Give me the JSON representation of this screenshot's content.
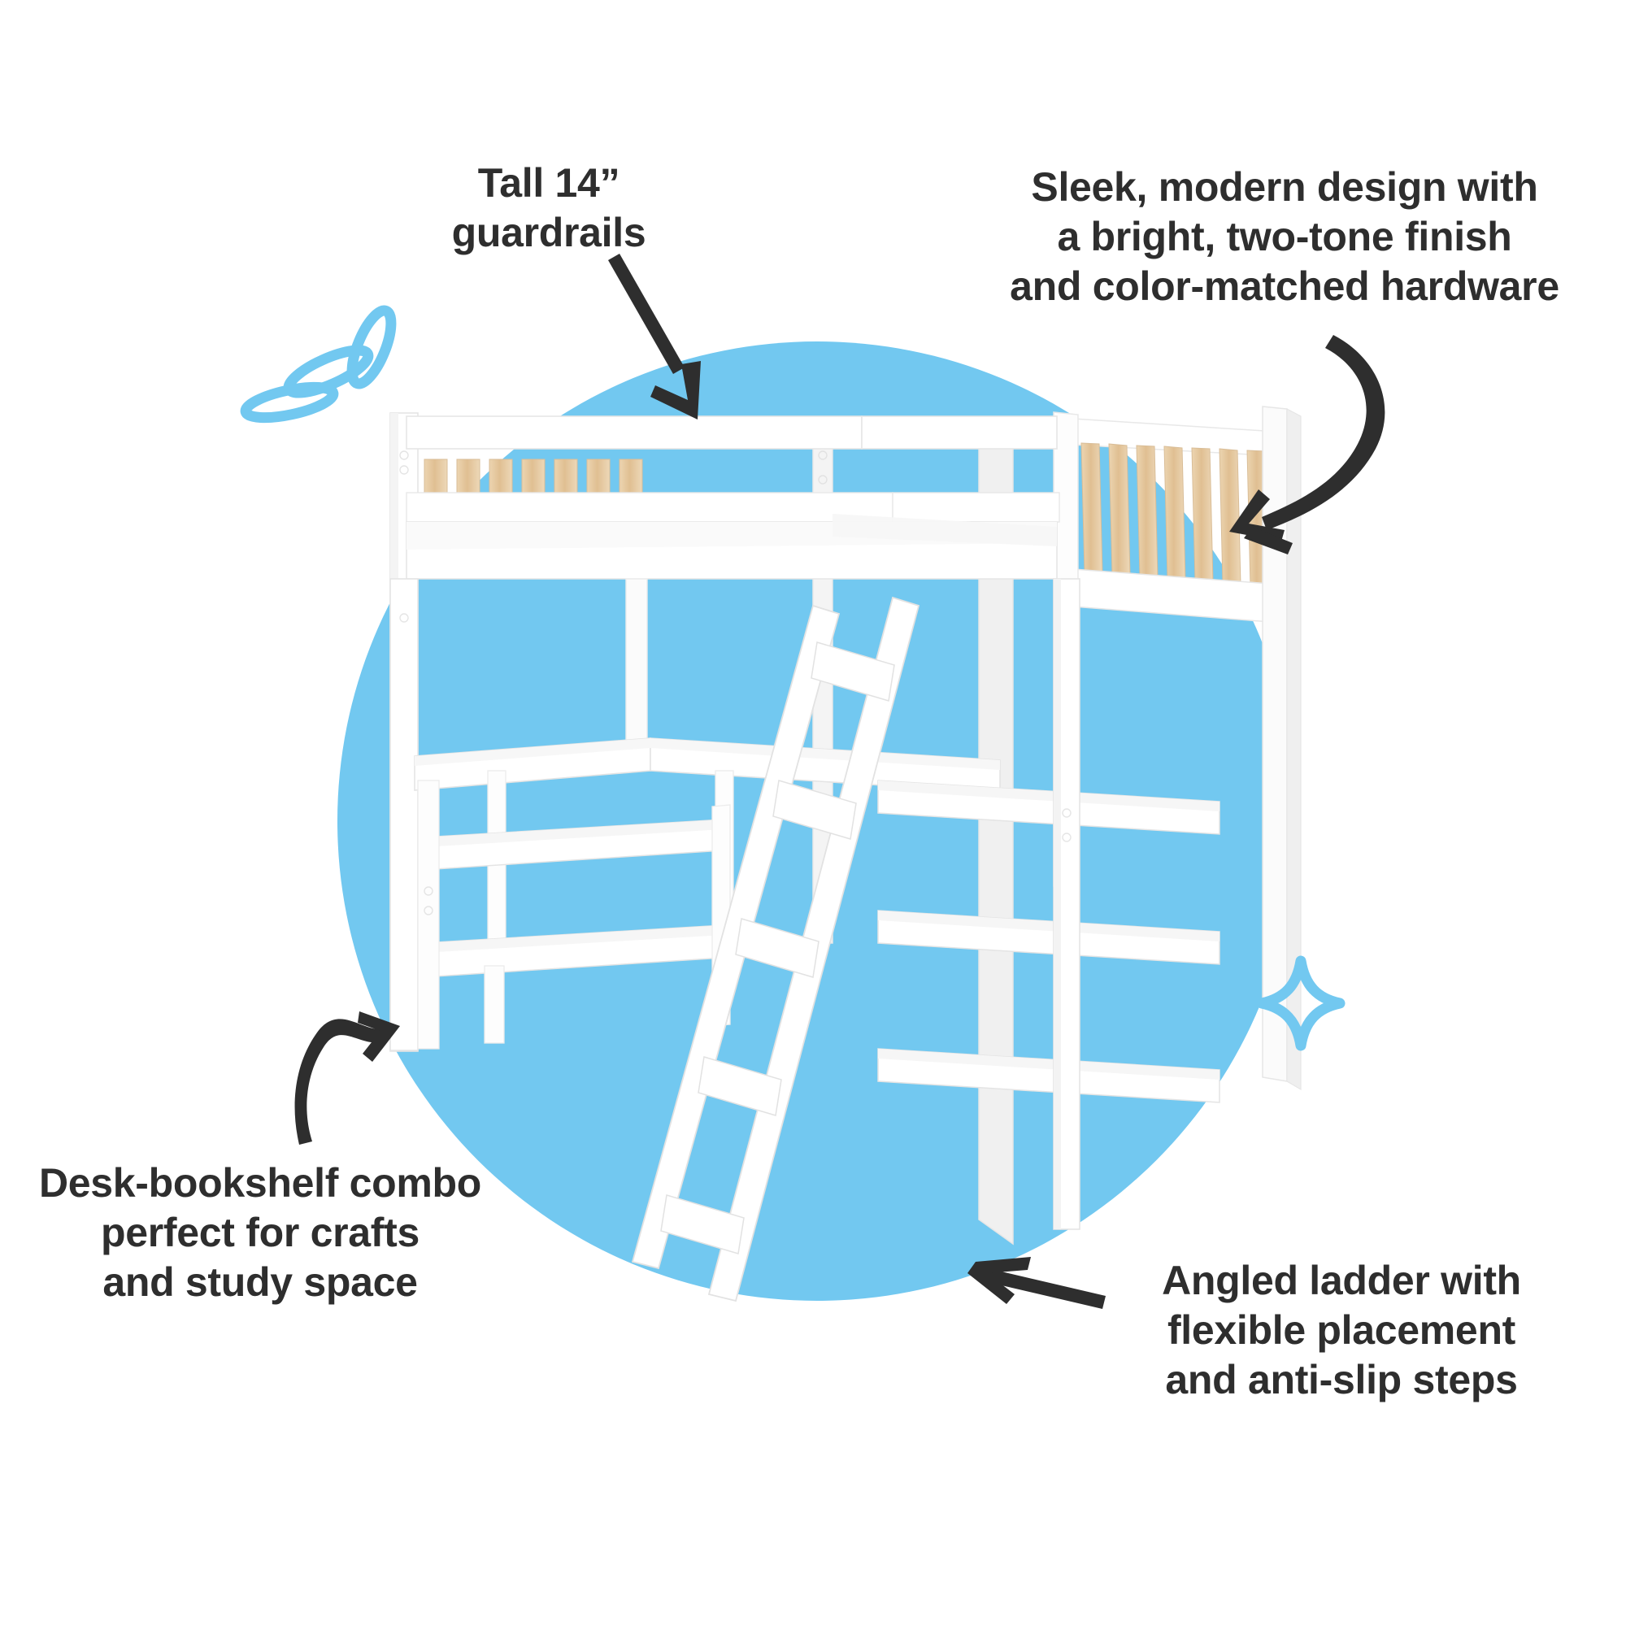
{
  "page": {
    "type": "product-feature-infographic",
    "product": "loft bed with desk and bookshelf",
    "background_color": "#ffffff",
    "accent_blue": "#72c8f0",
    "text_color": "#2e2e2e",
    "wood_color": "#e4c49a",
    "frame_color": "#ffffff"
  },
  "callouts": [
    {
      "id": "guardrails",
      "name": "tall-guardrails-callout",
      "text": "Tall 14”\nguardrails",
      "lines": [
        "Tall 14”",
        "guardrails"
      ],
      "position": "top-left",
      "arrow": "straight-arrow-down-right"
    },
    {
      "id": "design",
      "name": "two-tone-design-callout",
      "text": "Sleek, modern design with\na bright, two-tone finish\nand color-matched hardware",
      "lines": [
        "Sleek, modern design with",
        "a bright, two-tone finish",
        "and color-matched hardware"
      ],
      "position": "top-right",
      "arrow": "curved-arrow-down-left"
    },
    {
      "id": "desk",
      "name": "desk-bookshelf-callout",
      "text": "Desk-bookshelf combo\nperfect for crafts\nand study space",
      "lines": [
        "Desk-bookshelf combo",
        "perfect for crafts",
        "and study space"
      ],
      "position": "bottom-left",
      "arrow": "curved-arrow-up-right"
    },
    {
      "id": "ladder",
      "name": "angled-ladder-callout",
      "text": "Angled ladder with\nflexible placement\nand anti-slip steps",
      "lines": [
        "Angled ladder with",
        "flexible placement",
        "and anti-slip steps"
      ],
      "position": "bottom-right",
      "arrow": "straight-arrow-left"
    }
  ],
  "decorations": [
    {
      "name": "sparkle-leaves",
      "shape": "three-outlined-teardrops",
      "color": "#72c8f0",
      "position": "upper-left"
    },
    {
      "name": "sparkle-star",
      "shape": "four-point-star-outline",
      "color": "#72c8f0",
      "position": "right-middle"
    }
  ],
  "product_illustration": {
    "name": "loft-bed-illustration",
    "backdrop_shape": "circle",
    "backdrop_color": "#72c8f0",
    "parts": [
      {
        "name": "guardrail-front",
        "slats": 7,
        "slat_color": "#e4c49a"
      },
      {
        "name": "headboard-right",
        "slats": 7,
        "slat_color": "#e4c49a"
      },
      {
        "name": "ladder",
        "rungs": 5
      },
      {
        "name": "desk-surface",
        "count": 1
      },
      {
        "name": "bookshelf-left",
        "shelves": 3
      },
      {
        "name": "bookshelf-right",
        "shelves": 3
      }
    ]
  }
}
